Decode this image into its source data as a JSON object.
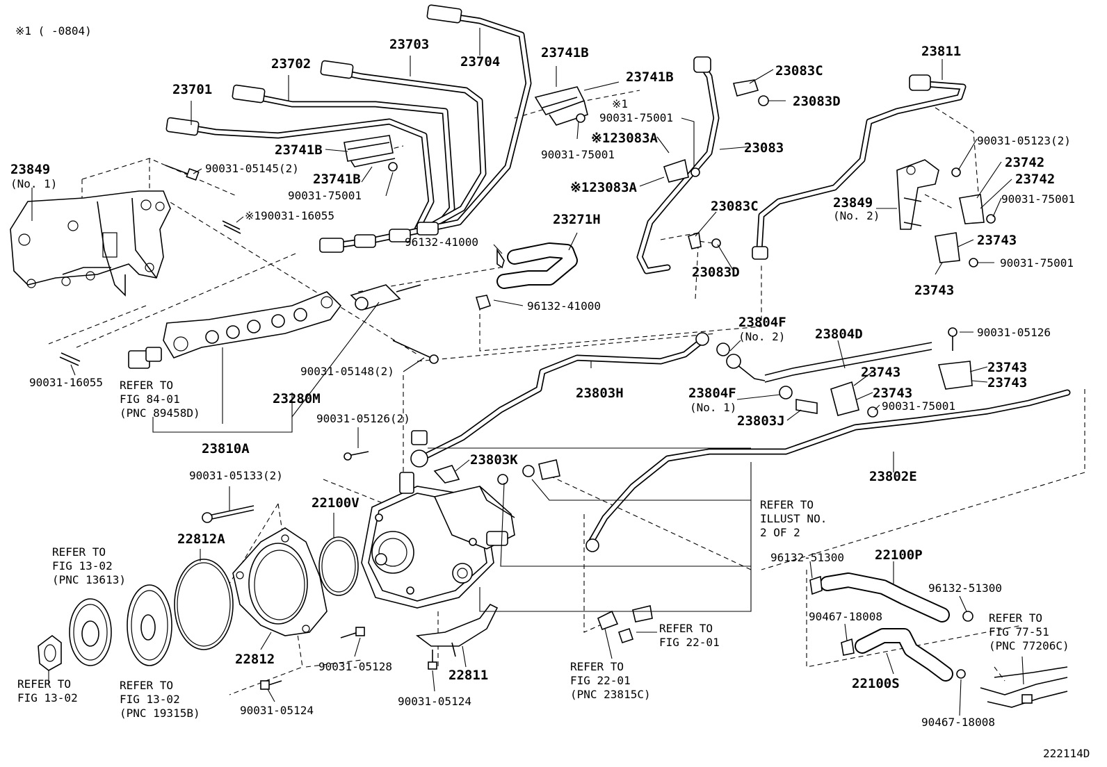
{
  "header_note": "※1 (     -0804)",
  "footer_code": "222114D",
  "labels": {
    "p23701": "23701",
    "p23702": "23702",
    "p23703": "23703",
    "p23704": "23704",
    "p23741B_a": "23741B",
    "p23741B_b": "23741B",
    "p23741B_c": "23741B",
    "p23741B_d": "23741B",
    "p23849_1": "23849",
    "p23849_1_sub": "(No. 1)",
    "p23849_2": "23849",
    "p23849_2_sub": "(No. 2)",
    "b90031_05145": "90031-05145(2)",
    "b90031_16055_a": "※190031-16055",
    "b90031_75001_a": "90031-75001",
    "b90031_75001_b": "90031-75001",
    "b90031_75001_c_note": "※1",
    "b90031_75001_c": "90031-75001",
    "p23083A_a": "※123083A",
    "p23083A_b": "※123083A",
    "p23083C_a": "23083C",
    "p23083D_a": "23083D",
    "p23083": "23083",
    "p23083C_b": "23083C",
    "p23083D_b": "23083D",
    "p23811": "23811",
    "b90031_05123": "90031-05123(2)",
    "p23742_a": "23742",
    "p23742_b": "23742",
    "b90031_75001_d": "90031-75001",
    "p23743_a": "23743",
    "b90031_75001_e": "90031-75001",
    "p23743_b": "23743",
    "p23271H": "23271H",
    "c96132_41000_a": "96132-41000",
    "c96132_41000_b": "96132-41000",
    "b90031_05148": "90031-05148(2)",
    "p23280M": "23280M",
    "p23810A": "23810A",
    "b90031_16055_b": "90031-16055",
    "ref_84_01_a": "REFER TO",
    "ref_84_01_b": "FIG 84-01",
    "ref_84_01_c": "(PNC 89458D)",
    "p23804F_2": "23804F",
    "p23804F_2_sub": "(No. 2)",
    "p23804D": "23804D",
    "b90031_05126_a": "90031-05126",
    "p23743_c": "23743",
    "p23743_d": "23743",
    "p23743_e": "23743",
    "p23803H": "23803H",
    "p23804F_1": "23804F",
    "p23804F_1_sub": "(No. 1)",
    "p23803J": "23803J",
    "b90031_75001_f": "90031-75001",
    "b90031_05126_b": "90031-05126(2)",
    "p23803K": "23803K",
    "p23802E": "23802E",
    "b90031_05133": "90031-05133(2)",
    "p22100V": "22100V",
    "p22812A": "22812A",
    "ref_illust_a": "REFER TO",
    "ref_illust_b": "ILLUST NO.",
    "ref_illust_c": "2 OF 2",
    "c96132_51300_a": "96132-51300",
    "p22100P": "22100P",
    "c96132_51300_b": "96132-51300",
    "c90467_18008_a": "90467-18008",
    "ref_77_51_a": "REFER TO",
    "ref_77_51_b": "FIG 77-51",
    "ref_77_51_c": "(PNC 77206C)",
    "p22100S": "22100S",
    "c90467_18008_b": "90467-18008",
    "ref_13_02_a1": "REFER TO",
    "ref_13_02_a2": "FIG 13-02",
    "ref_13_02_a3": "(PNC 13613)",
    "ref_13_02_b1": "REFER TO",
    "ref_13_02_b2": "FIG 13-02",
    "ref_13_02_c1": "REFER TO",
    "ref_13_02_c2": "FIG 13-02",
    "ref_13_02_c3": "(PNC 19315B)",
    "p22812": "22812",
    "b90031_05124_a": "90031-05124",
    "b90031_05128": "90031-05128",
    "b90031_05124_b": "90031-05124",
    "p22811": "22811",
    "ref_22_01_a1": "REFER TO",
    "ref_22_01_a2": "FIG 22-01",
    "ref_22_01_b1": "REFER TO",
    "ref_22_01_b2": "FIG 22-01",
    "ref_22_01_b3": "(PNC 23815C)"
  }
}
